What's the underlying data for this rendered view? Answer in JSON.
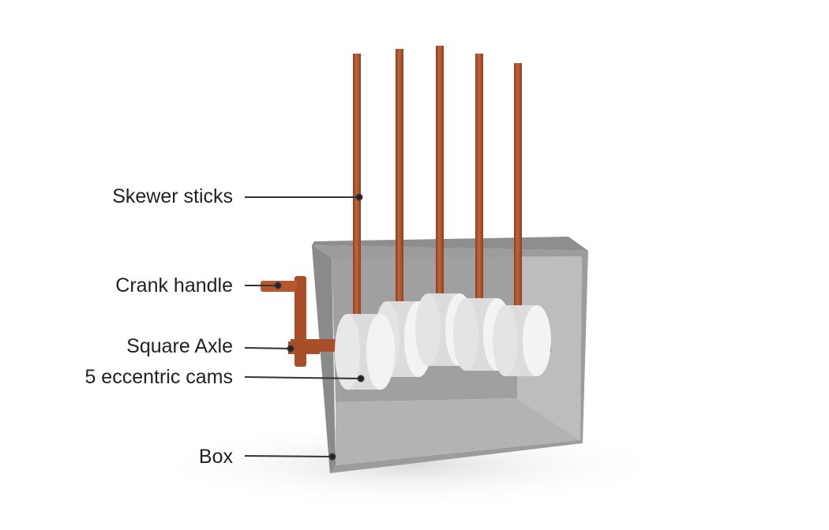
{
  "labels": {
    "skewer": "Skewer sticks",
    "crank": "Crank handle",
    "axle": "Square Axle",
    "cams": "5 eccentric cams",
    "box": "Box"
  },
  "colors": {
    "wood": "#b5572f",
    "box": "#a9a9a9",
    "cam": "#f2f2f2",
    "leader": "#333333"
  }
}
